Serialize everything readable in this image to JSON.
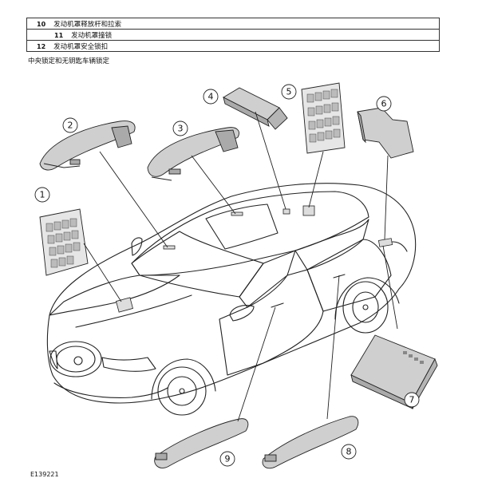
{
  "legend": [
    {
      "num": "10",
      "label": "发动机罩释放杆和拉索"
    },
    {
      "num": "11",
      "label": "发动机罩撞锁"
    },
    {
      "num": "12",
      "label": "发动机罩安全锁扣"
    }
  ],
  "subtitle": "中央锁定和无钥匙车辆锁定",
  "figure_id": "E139221",
  "callouts": [
    "1",
    "2",
    "3",
    "4",
    "5",
    "6",
    "7",
    "8",
    "9"
  ]
}
